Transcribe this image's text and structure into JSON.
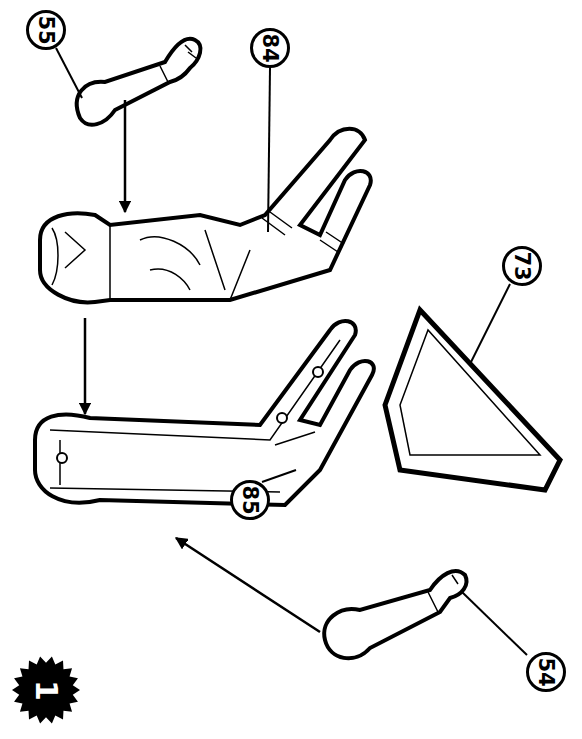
{
  "diagram": {
    "nodes": [
      {
        "text": [
          "55"
        ]
      },
      {
        "text": [
          "84"
        ]
      },
      {
        "text": [
          "73"
        ]
      },
      {
        "text": [
          "85"
        ]
      },
      {
        "text": [
          "54"
        ]
      },
      {
        "text": [
          "1"
        ]
      }
    ]
  }
}
